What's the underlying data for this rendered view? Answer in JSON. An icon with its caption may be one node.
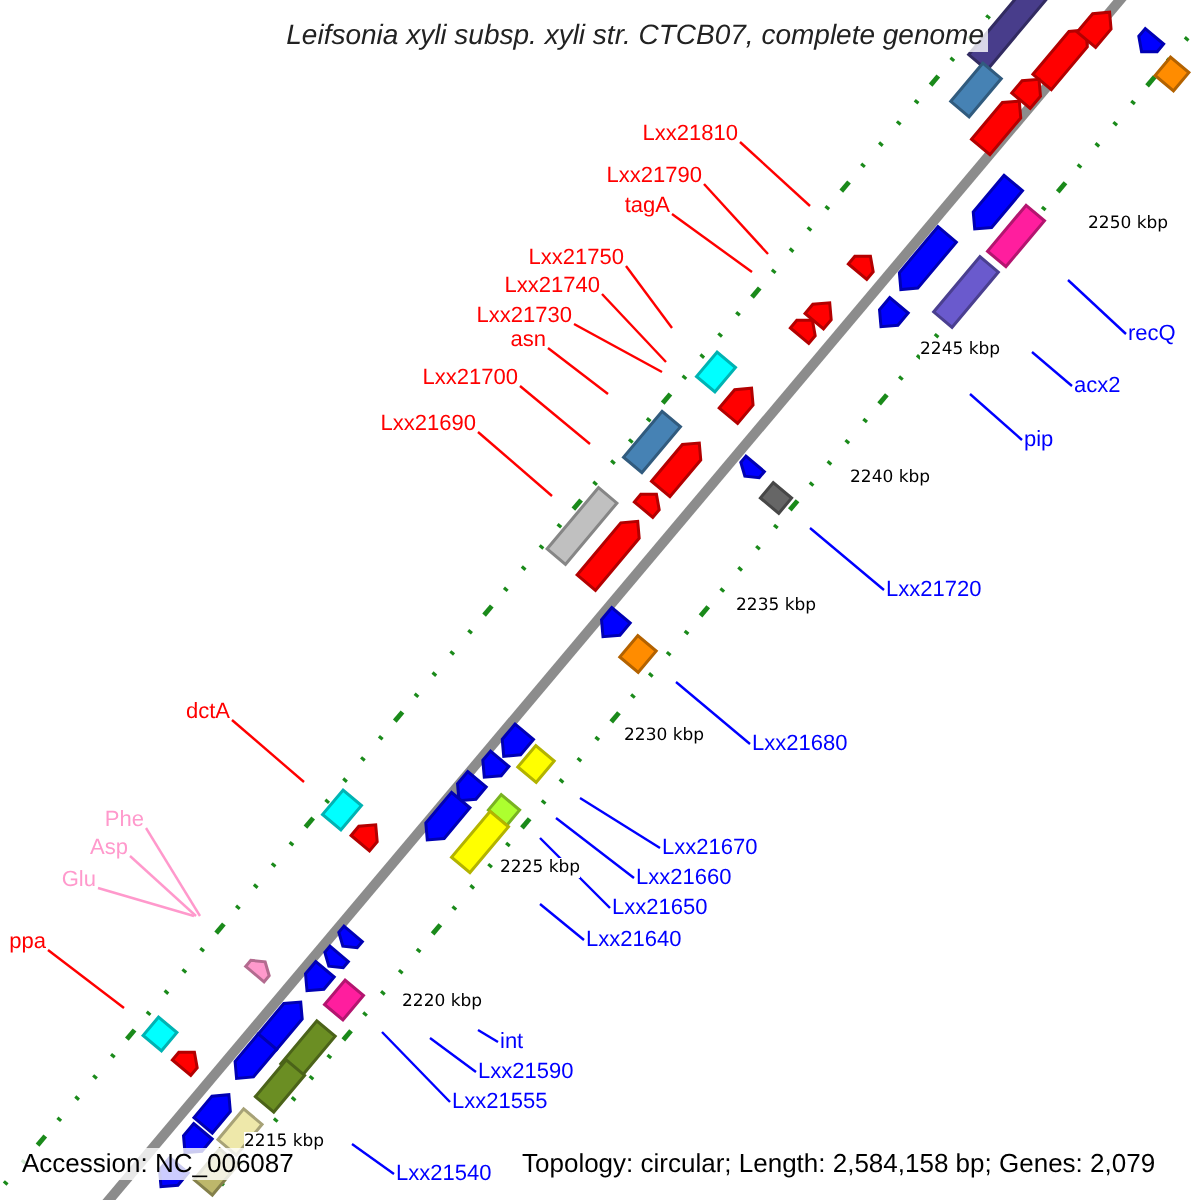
{
  "diagram": {
    "title": "Leifsonia xyli subsp. xyli str. CTCB07, complete genome",
    "nodes": [
      {
        "text": [
          "Lxx21810"
        ]
      },
      {
        "text": [
          "Lxx21790"
        ]
      },
      {
        "text": [
          "tagA"
        ]
      },
      {
        "text": [
          "Lxx21750"
        ]
      },
      {
        "text": [
          "Lxx21740"
        ]
      },
      {
        "text": [
          "Lxx21730"
        ]
      },
      {
        "text": [
          "recQ"
        ]
      },
      {
        "text": [
          "asn"
        ]
      },
      {
        "text": [
          "acx2"
        ]
      },
      {
        "text": [
          "Lxx21700"
        ]
      },
      {
        "text": [
          "Lxx21690"
        ]
      },
      {
        "text": [
          "pip"
        ]
      },
      {
        "text": [
          "Lxx21720"
        ]
      },
      {
        "text": [
          "dctA"
        ]
      },
      {
        "text": [
          "Lxx21680"
        ]
      },
      {
        "text": [
          "Phe"
        ]
      },
      {
        "text": [
          "Asp"
        ]
      },
      {
        "text": [
          "Lxx21670"
        ]
      },
      {
        "text": [
          "Glu"
        ]
      },
      {
        "text": [
          "Lxx21660"
        ]
      },
      {
        "text": [
          "Lxx21650"
        ]
      },
      {
        "text": [
          "Lxx21640"
        ]
      },
      {
        "text": [
          "ppa"
        ]
      },
      {
        "text": [
          "int"
        ]
      },
      {
        "text": [
          "Lxx21590"
        ]
      },
      {
        "text": [
          "Lxx21555"
        ]
      },
      {
        "text": [
          "Lxx21540"
        ]
      }
    ],
    "edges": [
      {
        "from": 0,
        "to": null,
        "arrow": "none",
        "color": "#ff0000"
      },
      {
        "from": 1,
        "to": null,
        "arrow": "none",
        "color": "#ff0000"
      },
      {
        "from": 2,
        "to": null,
        "arrow": "none",
        "color": "#ff0000"
      },
      {
        "from": 3,
        "to": null,
        "arrow": "none",
        "color": "#ff0000"
      },
      {
        "from": 4,
        "to": null,
        "arrow": "none",
        "color": "#ff0000"
      },
      {
        "from": 5,
        "to": null,
        "arrow": "none",
        "color": "#ff0000"
      },
      {
        "from": 6,
        "to": null,
        "arrow": "none"
      },
      {
        "from": 7,
        "to": null,
        "arrow": "none",
        "color": "#ff0000"
      },
      {
        "from": 8,
        "to": null,
        "arrow": "none"
      },
      {
        "from": 9,
        "to": null,
        "arrow": "none",
        "color": "#ff0000"
      },
      {
        "from": 10,
        "to": null,
        "arrow": "none",
        "color": "#ff0000"
      },
      {
        "from": 11,
        "to": null,
        "arrow": "none"
      },
      {
        "from": 12,
        "to": null,
        "arrow": "none"
      },
      {
        "from": 13,
        "to": null,
        "arrow": "none",
        "color": "#ff0000"
      },
      {
        "from": 14,
        "to": null,
        "arrow": "none"
      },
      {
        "from": 15,
        "to": null,
        "arrow": "none",
        "color": "#ff99cc"
      },
      {
        "from": 16,
        "to": null,
        "arrow": "none",
        "color": "#ff99cc"
      },
      {
        "from": 17,
        "to": null,
        "arrow": "none"
      },
      {
        "from": 18,
        "to": null,
        "arrow": "none",
        "color": "#ff99cc"
      },
      {
        "from": 19,
        "to": null,
        "arrow": "none"
      },
      {
        "from": 20,
        "to": null,
        "arrow": "none"
      },
      {
        "from": 21,
        "to": null,
        "arrow": "none"
      },
      {
        "from": 22,
        "to": null,
        "arrow": "none",
        "color": "#ff0000"
      },
      {
        "from": 23,
        "to": null,
        "arrow": "none"
      },
      {
        "from": 24,
        "to": null,
        "arrow": "none"
      },
      {
        "from": 25,
        "to": null,
        "arrow": "none"
      },
      {
        "from": 26,
        "to": null,
        "arrow": "none"
      }
    ],
    "labels": [
      "2250 kbp",
      "2245 kbp",
      "2240 kbp",
      "2235 kbp",
      "2230 kbp",
      "2225 kbp",
      "2220 kbp",
      "2215 kbp",
      "Accession: NC_006087",
      "Topology: circular; Length: 2,584,158 bp; Genes: 2,079"
    ]
  }
}
